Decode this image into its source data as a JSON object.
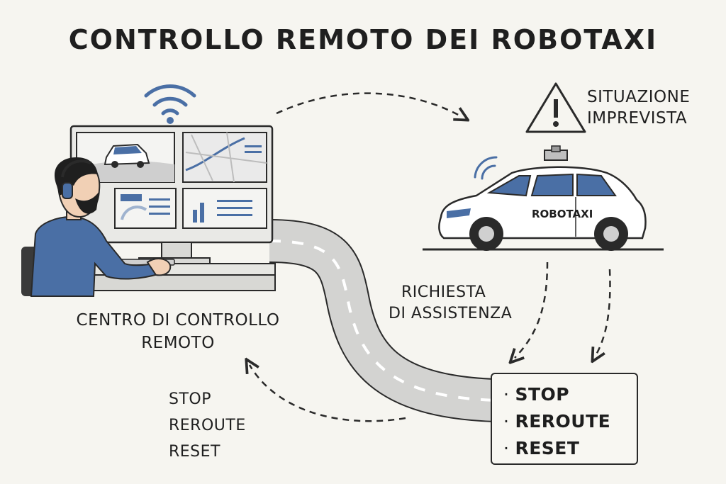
{
  "title": "CONTROLLO REMOTO DEI ROBOTAXI",
  "alert": {
    "lines": [
      "SITUAZIONE",
      "IMPREVISTA"
    ],
    "icon": "warning-triangle-icon"
  },
  "vehicle": {
    "label": "ROBOTAXI"
  },
  "request": {
    "lines": [
      "RICHIESTA",
      "DI ASSISTENZA"
    ]
  },
  "control_center": {
    "lines": [
      "CENTRO DI CONTROLLO",
      "REMOTO"
    ]
  },
  "commands": [
    "STOP",
    "REROUTE",
    "RESET"
  ],
  "colors": {
    "background": "#f6f5f0",
    "accent_blue": "#4a6fa5",
    "outline": "#2a2a2a",
    "road": "#cfcfcf"
  }
}
